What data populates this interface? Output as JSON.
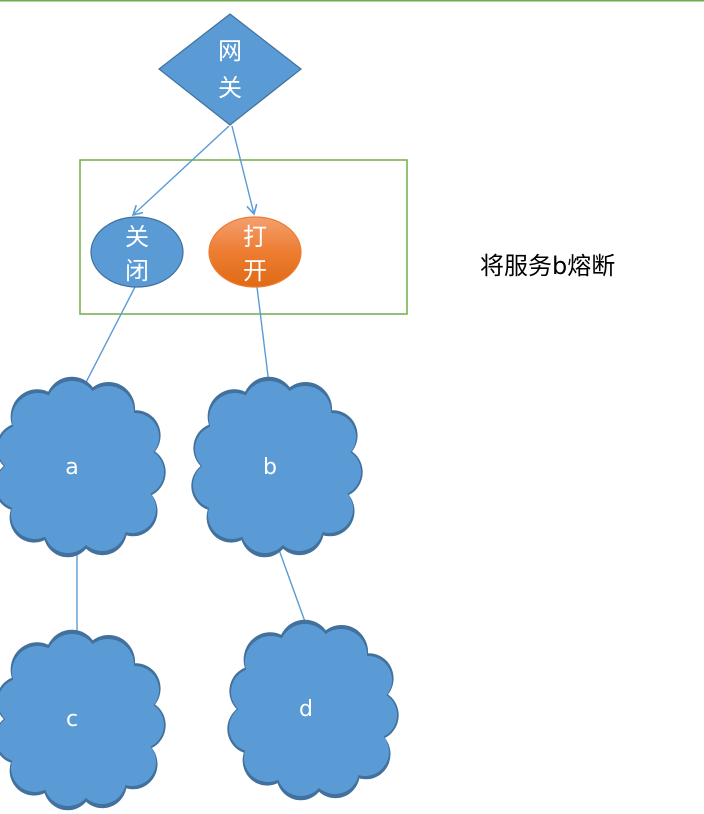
{
  "gateway": {
    "label_line1": "网",
    "label_line2": "关"
  },
  "breakers": {
    "closed": {
      "label_line1": "关",
      "label_line2": "闭"
    },
    "open": {
      "label_line1": "打",
      "label_line2": "开"
    }
  },
  "services": {
    "a": "a",
    "b": "b",
    "c": "c",
    "d": "d"
  },
  "caption": "将服务b熔断",
  "colors": {
    "node_fill": "#5b9bd5",
    "node_stroke": "#41719c",
    "open_fill": "#ed7d31",
    "arrow": "#5b9bd5",
    "frame": "#70ad47",
    "top_border": "#70ad47",
    "text": "#ffffff"
  }
}
